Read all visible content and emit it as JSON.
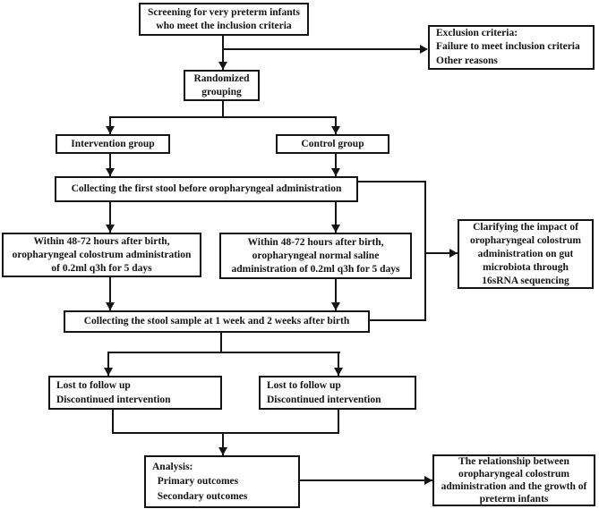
{
  "diagram": {
    "type": "flowchart",
    "subject": "Study design flow diagram for oropharyngeal colostrum administration trial in very preterm infants",
    "colors": {
      "background": "#ffffff",
      "box_border": "#141414",
      "line": "#141414",
      "text": "#141414"
    },
    "nodes": {
      "screening": "Screening for very preterm infants\nwho meet the inclusion criteria",
      "exclusion": "Exclusion criteria:\nFailure to meet inclusion criteria\nOther reasons",
      "randomized": "Randomized\ngrouping",
      "intervention": "Intervention group",
      "control": "Control group",
      "first_stool": "Collecting the first stool before oropharyngeal administration",
      "colostrum": "Within 48-72 hours after birth,\noropharyngeal colostrum administration\nof 0.2ml q3h for 5 days",
      "saline": "Within 48-72 hours after birth,\noropharyngeal normal saline\nadministration of 0.2ml q3h for 5 days",
      "clarifying": "Clarifying the impact of\noropharyngeal colostrum\nadministration on gut\nmicrobiota through\n16sRNA sequencing",
      "stool_sample": "Collecting the stool sample at 1 week and 2 weeks after birth",
      "lost_left": "Lost to follow up\nDiscontinued intervention",
      "lost_right": "Lost to follow up\nDiscontinued intervention",
      "analysis": "Analysis:\n  Primary outcomes\n  Secondary outcomes",
      "relationship": "The relationship between\noropharyngeal colostrum\nadministration and the growth of\npreterm infants"
    }
  }
}
